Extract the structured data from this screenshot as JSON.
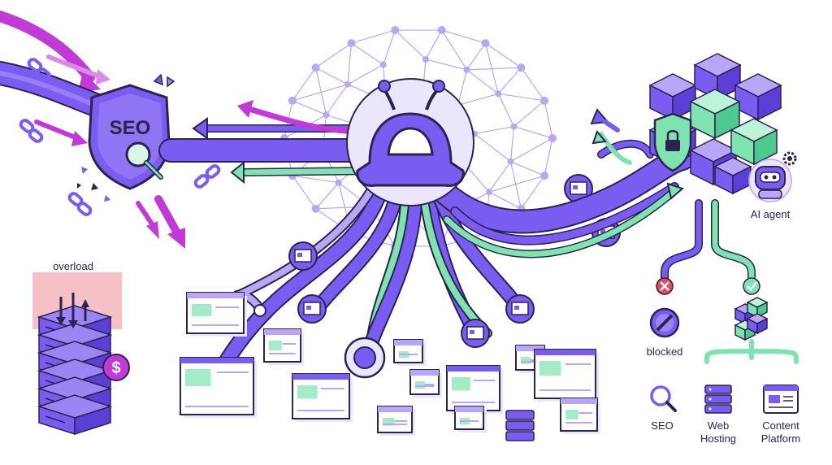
{
  "shield": {
    "text": "SEO"
  },
  "server": {
    "warning": "overload",
    "currency_symbol": "$"
  },
  "ai_agent": {
    "label": "AI agent"
  },
  "outcomes": {
    "blocked": "blocked"
  },
  "legend": [
    {
      "label_line1": "SEO",
      "label_line2": "",
      "icon": "magnifier-icon"
    },
    {
      "label_line1": "Web",
      "label_line2": "Hosting",
      "icon": "server-stack-icon"
    },
    {
      "label_line1": "Content",
      "label_line2": "Platform",
      "icon": "browser-window-icon"
    }
  ],
  "colors": {
    "purple": "#7b5cf0",
    "purple_light": "#b9a6f7",
    "purple_dark": "#2b2350",
    "magenta": "#c23ad6",
    "mint": "#7fe3b0",
    "red": "#e24b5c"
  }
}
